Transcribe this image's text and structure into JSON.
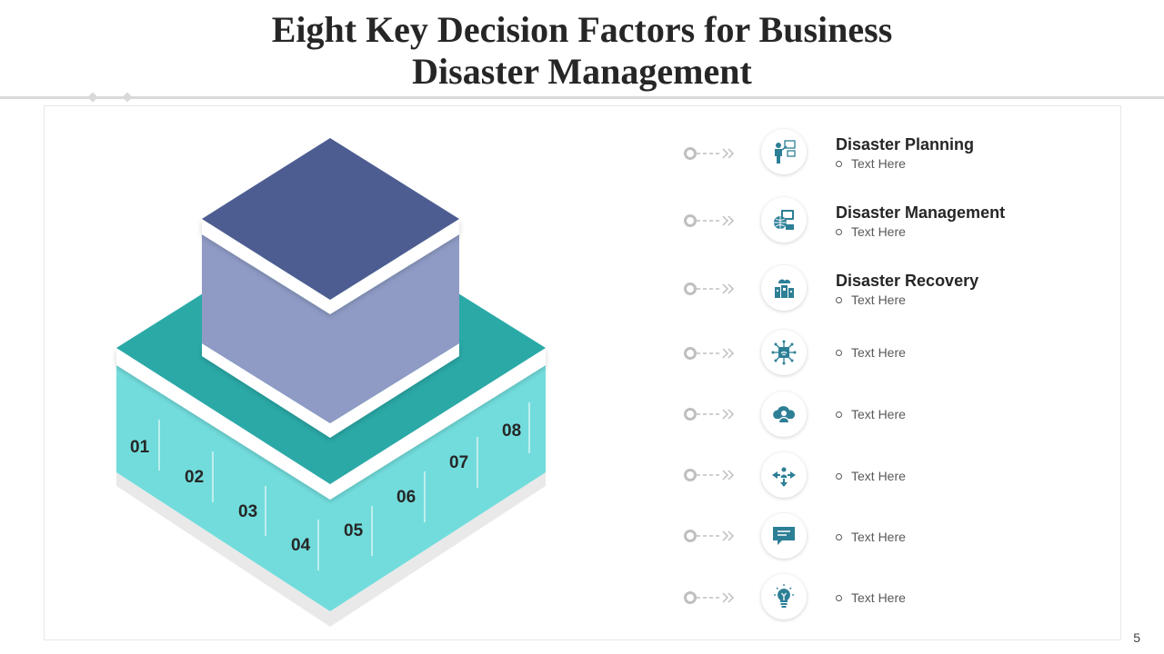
{
  "slide": {
    "title_line1": "Eight Key Decision Factors for Business",
    "title_line2": "Disaster Management",
    "page_number": "5"
  },
  "diagram": {
    "numbers": [
      "01",
      "02",
      "03",
      "04",
      "05",
      "06",
      "07",
      "08"
    ]
  },
  "factors": [
    {
      "heading": "Disaster Planning",
      "text": "Text Here",
      "icon": "presentation-person-icon"
    },
    {
      "heading": "Disaster Management",
      "text": "Text Here",
      "icon": "globe-computer-icon"
    },
    {
      "heading": "Disaster Recovery",
      "text": "Text Here",
      "icon": "cloud-building-icon"
    },
    {
      "heading": "",
      "text": "Text Here",
      "icon": "network-chip-icon"
    },
    {
      "heading": "",
      "text": "Text Here",
      "icon": "cloud-user-icon"
    },
    {
      "heading": "",
      "text": "Text Here",
      "icon": "arrows-person-icon"
    },
    {
      "heading": "",
      "text": "Text Here",
      "icon": "chat-bubble-icon"
    },
    {
      "heading": "",
      "text": "Text Here",
      "icon": "lightbulb-icon"
    }
  ],
  "colors": {
    "teal_top": "#2aa9a7",
    "teal_side": "#72dcdc",
    "navy_top": "#4d5d91",
    "lavender_side": "#8f9bc5",
    "icon": "#2d7f96",
    "connector": "#bfbfbf"
  }
}
